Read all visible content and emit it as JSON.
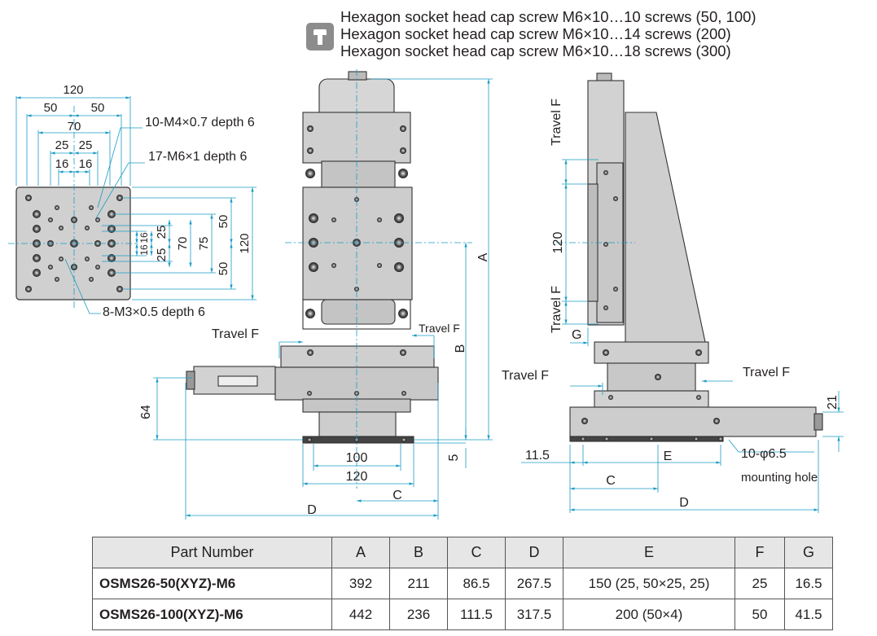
{
  "screw_note": {
    "icon": "screw-icon",
    "lines": [
      "Hexagon socket head cap screw M6×10…10 screws (50, 100)",
      "Hexagon socket head cap screw M6×10…14 screws (200)",
      "Hexagon socket head cap screw M6×10…18 screws (300)"
    ]
  },
  "top_view": {
    "dims": [
      "120",
      "50",
      "50",
      "70",
      "25",
      "25",
      "16",
      "16",
      "25",
      "25",
      "16",
      "16",
      "70",
      "75",
      "50",
      "50",
      "120"
    ],
    "callouts": [
      "10-M4×0.7 depth 6",
      "17-M6×1 depth 6",
      "8-M3×0.5 depth 6"
    ]
  },
  "front_view": {
    "labels": [
      "A",
      "B",
      "Travel F",
      "Travel F",
      "64",
      "5",
      "100",
      "120",
      "C",
      "D"
    ]
  },
  "side_view": {
    "labels": [
      "Travel F",
      "120",
      "Travel F",
      "G",
      "Travel F",
      "Travel F",
      "21",
      "11.5",
      "E",
      "10-φ6.5",
      "mounting hole",
      "C",
      "D"
    ]
  },
  "table": {
    "headers": [
      "Part Number",
      "A",
      "B",
      "C",
      "D",
      "E",
      "F",
      "G"
    ],
    "rows": [
      [
        "OSMS26-50(XYZ)-M6",
        "392",
        "211",
        "86.5",
        "267.5",
        "150 (25, 50×25, 25)",
        "25",
        "16.5"
      ],
      [
        "OSMS26-100(XYZ)-M6",
        "442",
        "236",
        "111.5",
        "317.5",
        "200 (50×4)",
        "50",
        "41.5"
      ]
    ]
  },
  "colors": {
    "dimension": "#1a9bc4",
    "centerline": "#1a9bc4",
    "part_fill": "#d9d9d9",
    "part_dark": "#444444",
    "header_bg": "#e6e6e6"
  }
}
